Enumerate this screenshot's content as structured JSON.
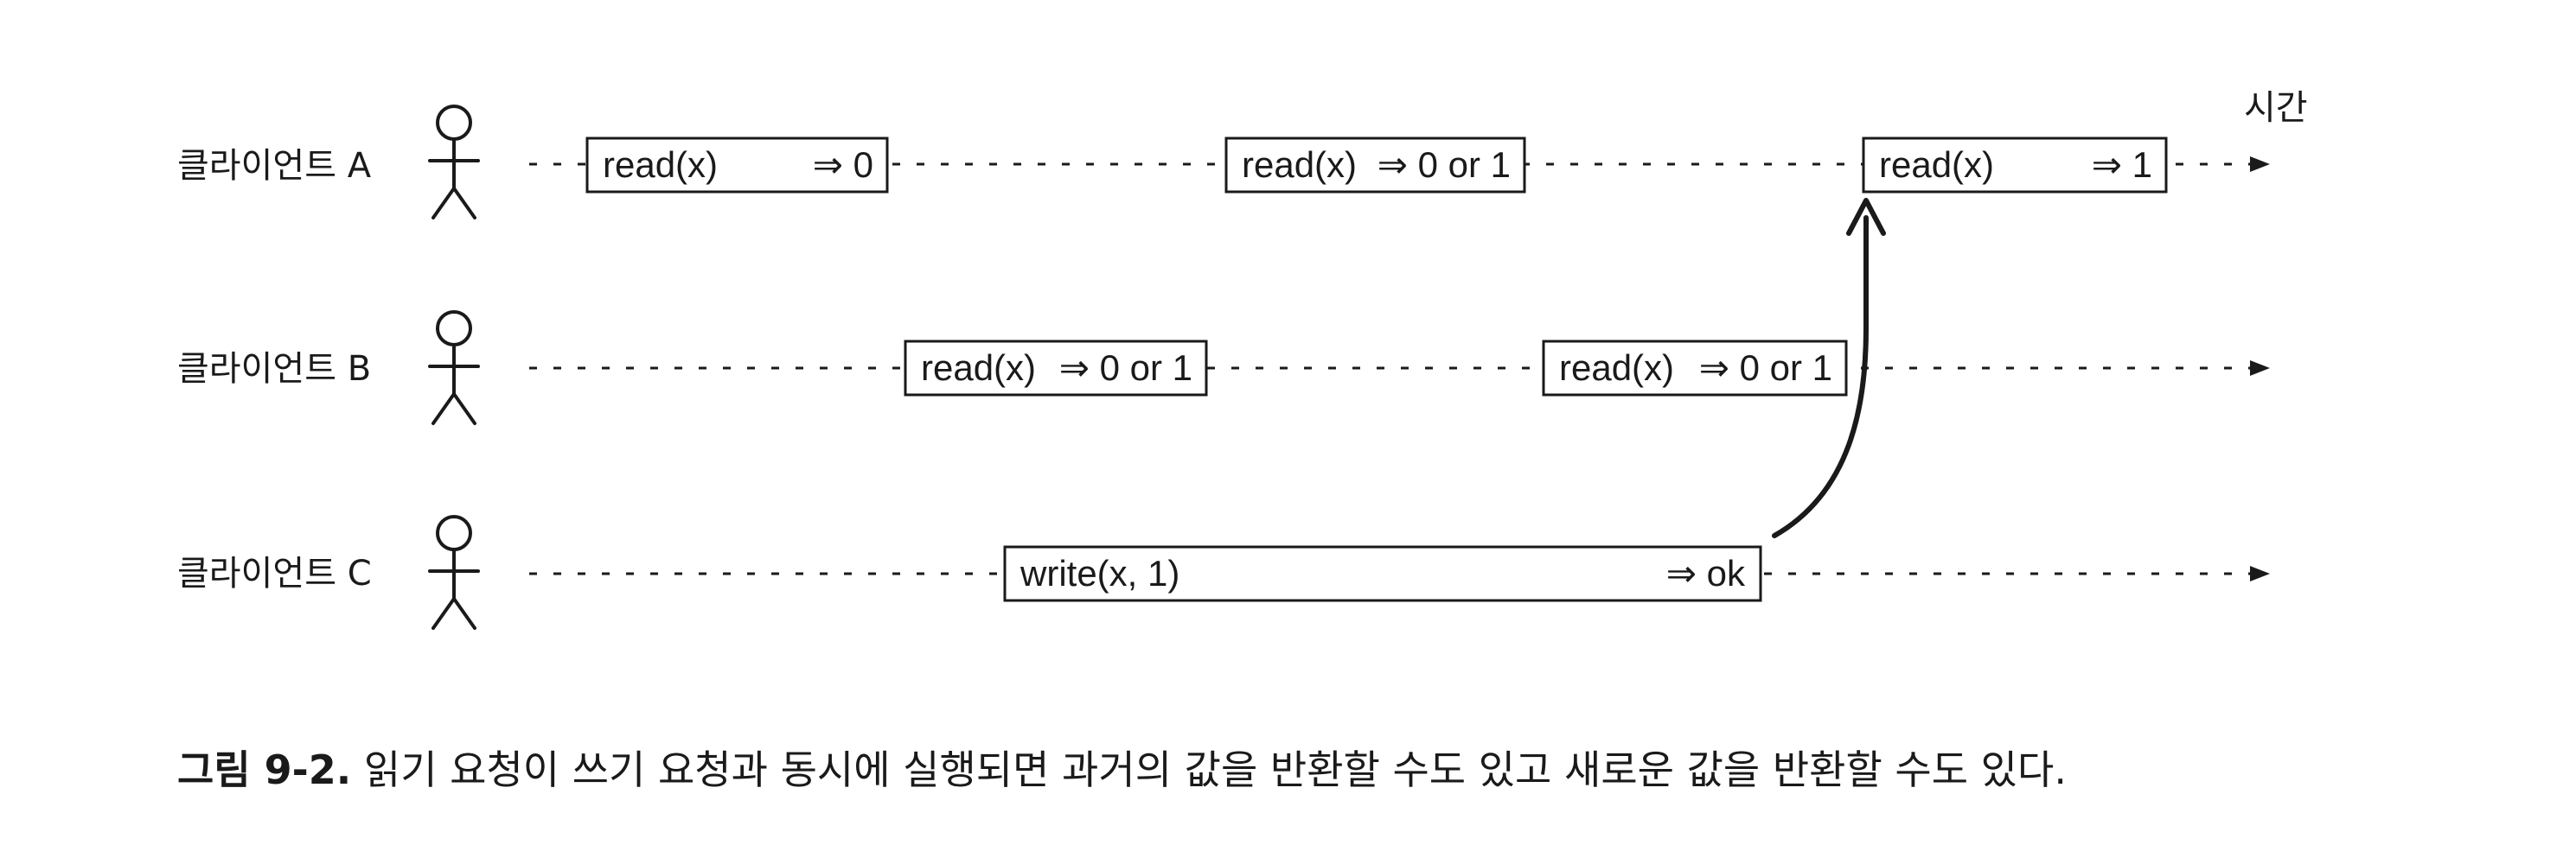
{
  "time_label": "시간",
  "clients": [
    {
      "label": "클라이언트 A",
      "operations": [
        {
          "request": "read(x)",
          "response": "⇒ 0"
        },
        {
          "request": "read(x)",
          "response": "⇒ 0 or 1"
        },
        {
          "request": "read(x)",
          "response": "⇒ 1"
        }
      ]
    },
    {
      "label": "클라이언트 B",
      "operations": [
        {
          "request": "read(x)",
          "response": "⇒ 0 or 1"
        },
        {
          "request": "read(x)",
          "response": "⇒ 0 or 1"
        }
      ]
    },
    {
      "label": "클라이언트 C",
      "operations": [
        {
          "request": "write(x, 1)",
          "response": "⇒ ok"
        }
      ]
    }
  ],
  "caption": {
    "number": "그림 9-2.",
    "text": "읽기 요청이 쓰기 요청과 동시에 실행되면 과거의 값을 반환할 수도 있고 새로운 값을 반환할 수도 있다."
  }
}
